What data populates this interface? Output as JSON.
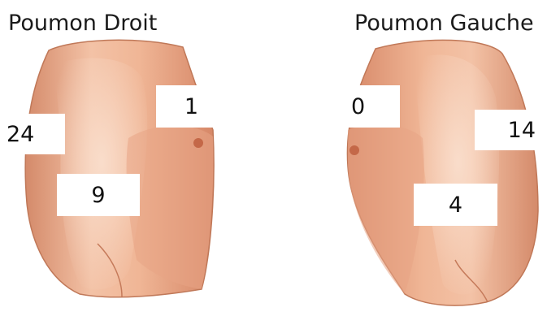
{
  "lungs": {
    "right": {
      "title": "Poumon Droit",
      "counts": {
        "upper": "1",
        "middle": "24",
        "lower": "9"
      }
    },
    "left": {
      "title": "Poumon Gauche",
      "counts": {
        "upper": "0",
        "middle": "14",
        "lower": "4"
      }
    }
  },
  "colors": {
    "skin_dark": "#d98c6a",
    "skin_mid": "#eeb192",
    "skin_light": "#f7d3bd",
    "hilum": "#c46848",
    "box": "#ffffff"
  }
}
